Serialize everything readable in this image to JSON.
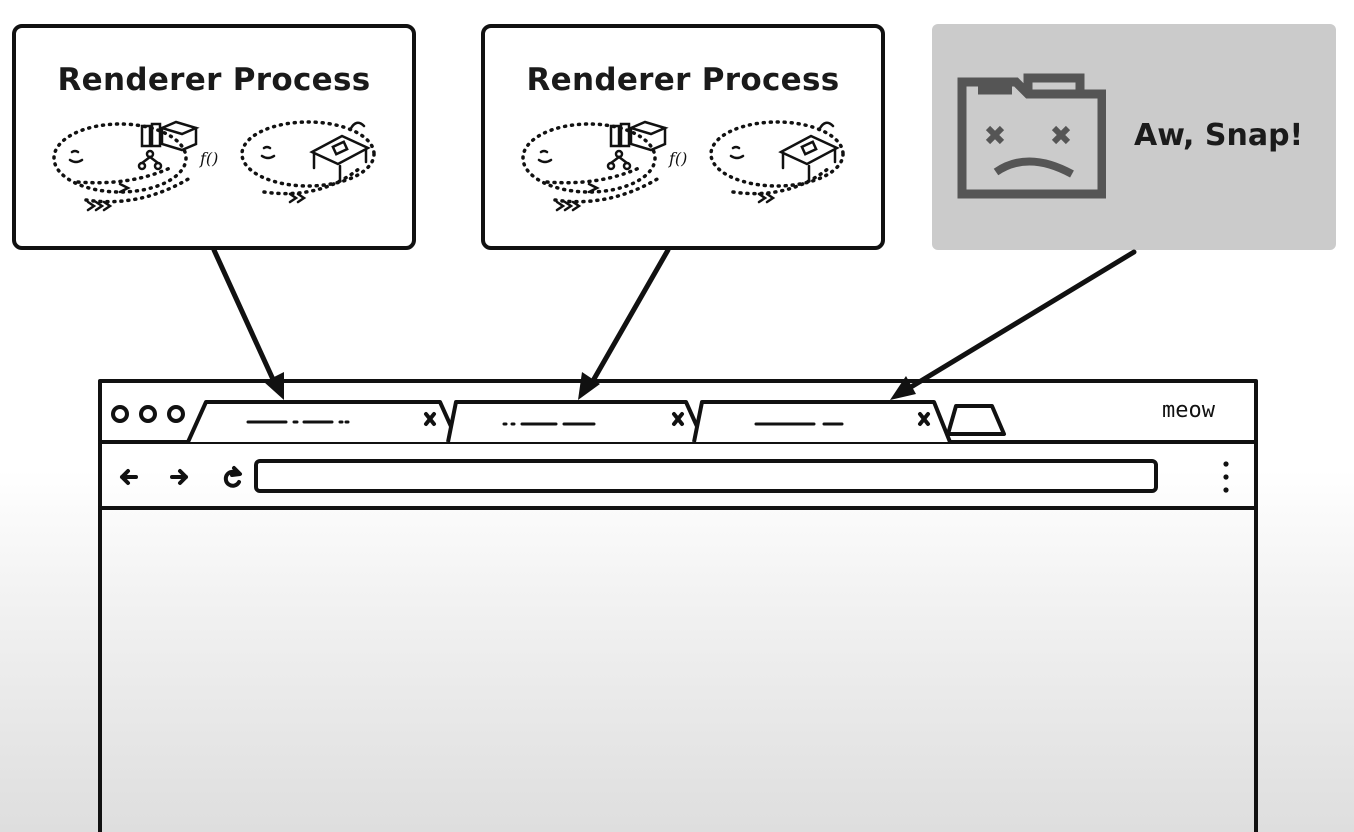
{
  "processes": [
    {
      "title": "Renderer Process"
    },
    {
      "title": "Renderer Process"
    }
  ],
  "crash": {
    "message": "Aw, Snap!",
    "icon": "sad-folder-icon"
  },
  "browser": {
    "profile_name": "meow",
    "tabs": [
      {
        "close_icon": "close-icon"
      },
      {
        "close_icon": "close-icon"
      },
      {
        "close_icon": "close-icon"
      }
    ],
    "toolbar_icons": [
      "back-arrow-icon",
      "forward-arrow-icon",
      "reload-icon",
      "menu-dots-icon"
    ]
  },
  "colors": {
    "stroke": "#111111",
    "crash_background": "#cbcbcb",
    "crash_icon": "#555555"
  }
}
